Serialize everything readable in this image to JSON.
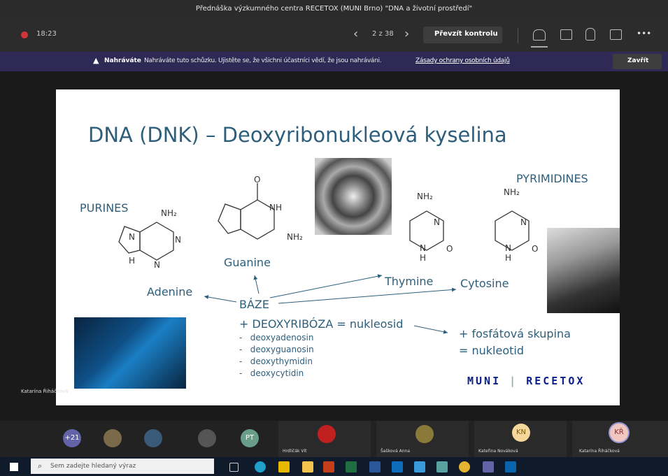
{
  "window": {
    "title": "Přednáška výzkumného centra RECETOX (MUNI Brno) \"DNA a životní prostředí\""
  },
  "toolbar": {
    "timer": "18:23",
    "page_indicator": "2 z 38",
    "take_control_label": "Převzít kontrolu",
    "more_label": "•••"
  },
  "banner": {
    "bold": "Nahráváte",
    "text": "Nahráváte tuto schůzku. Ujistěte se, že všichni účastníci vědí, že jsou nahráváni.",
    "link": "Zásady ochrany osobních údajů",
    "close_label": "Zavřít"
  },
  "slide": {
    "title": "DNA (DNK) – Deoxyribonukleová kyselina",
    "purines": "PURINES",
    "pyrimidines": "PYRIMIDINES",
    "adenine": "Adenine",
    "guanine": "Guanine",
    "thymine": "Thymine",
    "cytosine": "Cytosine",
    "baze": "BÁZE",
    "deoxyriboza": "+ DEOXYRIBÓZA = nukleosid",
    "nucleosides": [
      "deoxyadenosin",
      "deoxyguanosin",
      "deoxythymidin",
      "deoxycytidin"
    ],
    "fosfat": "+ fosfátová skupina",
    "nukleotid": "= nukleotid",
    "logo_muni": "MUNI",
    "logo_recetox": "RECETOX",
    "chem": {
      "nh2": "NH₂",
      "n": "N",
      "nh": "NH",
      "h": "H",
      "o": "O"
    }
  },
  "presenter_label": "Katarína Řiháčková",
  "participants": {
    "more": "+21",
    "pt": "PT",
    "tiles": [
      {
        "name": "Hrdličák Vít",
        "avatar": ""
      },
      {
        "name": "Šašková Anna",
        "avatar": ""
      },
      {
        "name": "Kateřina Nováková",
        "avatar": "KN"
      },
      {
        "name": "Katarína Řiháčková",
        "avatar": "KŘ"
      }
    ]
  },
  "taskbar": {
    "search_placeholder": "Sem zadejte hledaný výraz"
  },
  "colors": {
    "slide_text": "#2d5f7d",
    "banner_bg": "#2e2a55",
    "accent": "#6264a7"
  }
}
